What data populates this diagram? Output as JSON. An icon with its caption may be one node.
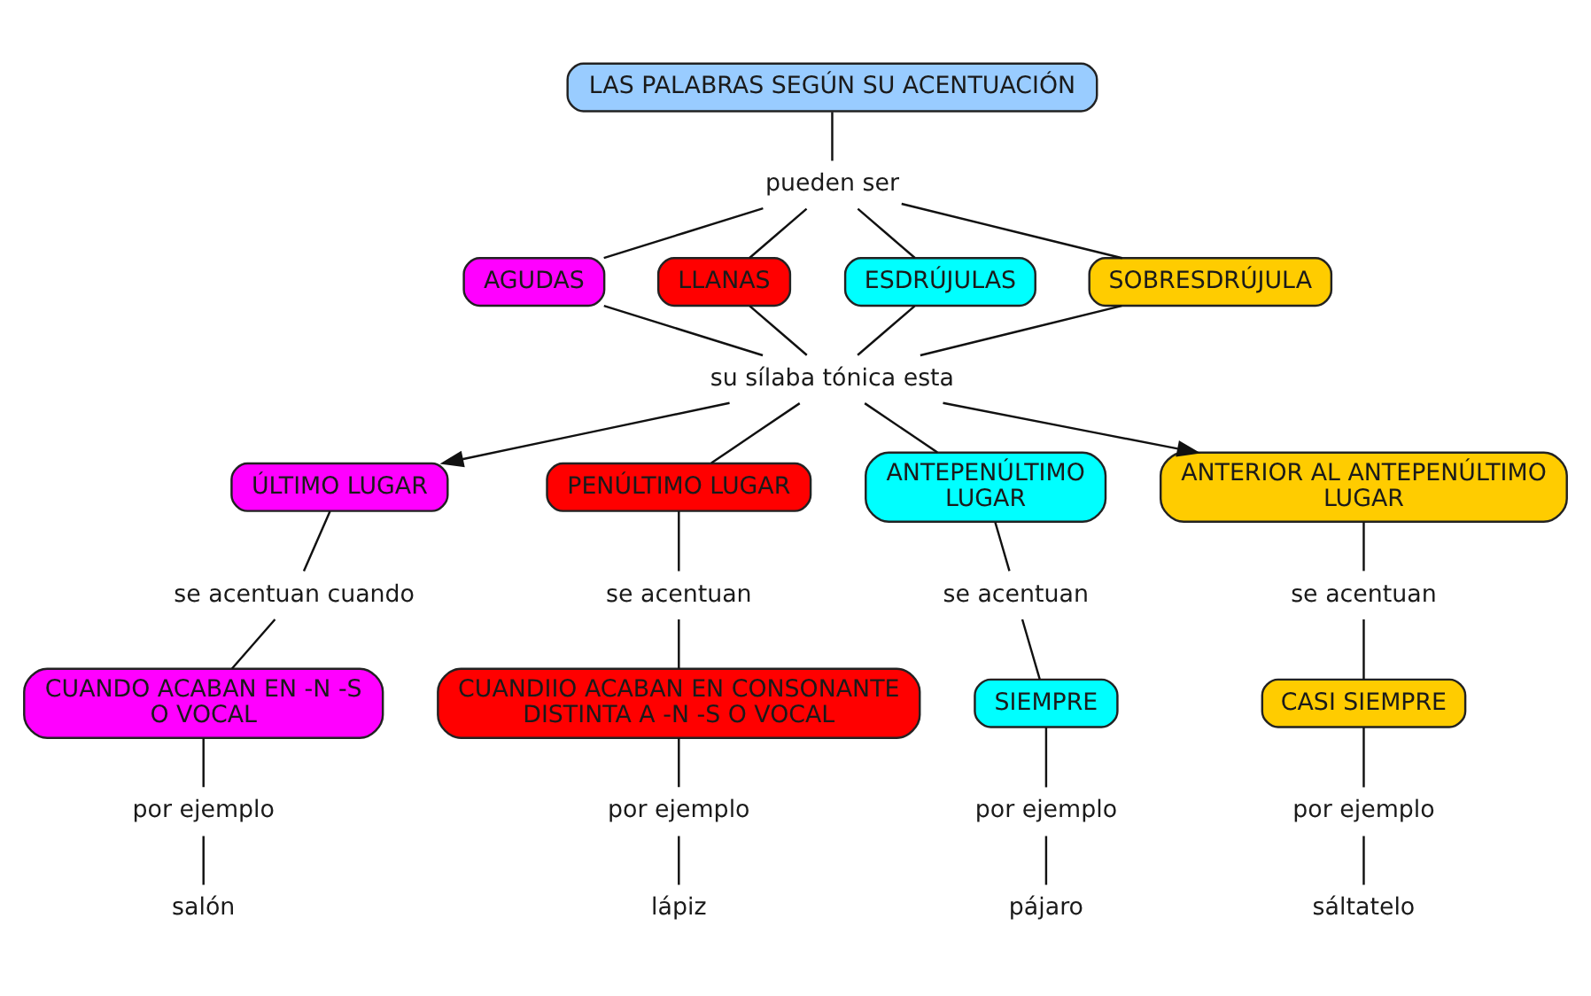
{
  "diagram": {
    "nodes": [
      {
        "text": [
          "LAS PALABRAS SEGÚN SU ACENTUACIÓN"
        ]
      },
      {
        "text": [
          "pueden ser"
        ]
      },
      {
        "text": [
          "AGUDAS"
        ]
      },
      {
        "text": [
          "LLANAS"
        ]
      },
      {
        "text": [
          "ESDRÚJULAS"
        ]
      },
      {
        "text": [
          "SOBRESDRÚJULA"
        ]
      },
      {
        "text": [
          "su sílaba tónica esta"
        ]
      },
      {
        "text": [
          "ÚLTIMO LUGAR"
        ]
      },
      {
        "text": [
          "PENÚLTIMO LUGAR"
        ]
      },
      {
        "text": [
          "ANTEPENÚLTIMO LUGAR"
        ]
      },
      {
        "text": [
          "ANTERIOR AL ANTEPENÚLTIMO LUGAR"
        ]
      },
      {
        "text": [
          "se acentuan cuando"
        ]
      },
      {
        "text": [
          "se acentuan"
        ]
      },
      {
        "text": [
          "se acentuan"
        ]
      },
      {
        "text": [
          "se acentuan"
        ]
      },
      {
        "text": [
          "CUANDO ACABAN EN -N -S O VOCAL"
        ]
      },
      {
        "text": [
          "CUANDIIO ACABAN EN CONSONANTE DISTINTA A -N -S O VOCAL"
        ]
      },
      {
        "text": [
          "SIEMPRE"
        ]
      },
      {
        "text": [
          "CASI SIEMPRE"
        ]
      },
      {
        "text": [
          "por ejemplo"
        ]
      },
      {
        "text": [
          "por ejemplo"
        ]
      },
      {
        "text": [
          "por ejemplo"
        ]
      },
      {
        "text": [
          "por ejemplo"
        ]
      },
      {
        "text": [
          "salón"
        ]
      },
      {
        "text": [
          "lápiz"
        ]
      },
      {
        "text": [
          "pájaro"
        ]
      },
      {
        "text": [
          "sáltatelo"
        ]
      }
    ],
    "edges": [
      {
        "from": 0,
        "to": 1,
        "arrow": "none"
      },
      {
        "from": 1,
        "to": 2,
        "arrow": "none"
      },
      {
        "from": 1,
        "to": 3,
        "arrow": "none"
      },
      {
        "from": 1,
        "to": 4,
        "arrow": "none"
      },
      {
        "from": 1,
        "to": 5,
        "arrow": "none"
      },
      {
        "from": 2,
        "to": 6,
        "arrow": "none"
      },
      {
        "from": 3,
        "to": 6,
        "arrow": "none"
      },
      {
        "from": 4,
        "to": 6,
        "arrow": "none"
      },
      {
        "from": 5,
        "to": 6,
        "arrow": "none"
      },
      {
        "from": 6,
        "to": 7,
        "arrow": "to"
      },
      {
        "from": 6,
        "to": 8,
        "arrow": "none"
      },
      {
        "from": 6,
        "to": 9,
        "arrow": "none"
      },
      {
        "from": 6,
        "to": 10,
        "arrow": "to"
      },
      {
        "from": 7,
        "to": 11,
        "arrow": "none"
      },
      {
        "from": 8,
        "to": 12,
        "arrow": "none"
      },
      {
        "from": 9,
        "to": 13,
        "arrow": "none"
      },
      {
        "from": 10,
        "to": 14,
        "arrow": "none"
      },
      {
        "from": 11,
        "to": 15,
        "arrow": "none"
      },
      {
        "from": 12,
        "to": 16,
        "arrow": "none"
      },
      {
        "from": 13,
        "to": 17,
        "arrow": "none"
      },
      {
        "from": 14,
        "to": 18,
        "arrow": "none"
      },
      {
        "from": 15,
        "to": 19,
        "arrow": "none"
      },
      {
        "from": 16,
        "to": 20,
        "arrow": "none"
      },
      {
        "from": 17,
        "to": 21,
        "arrow": "none"
      },
      {
        "from": 18,
        "to": 22,
        "arrow": "none"
      },
      {
        "from": 19,
        "to": 23,
        "arrow": "none"
      },
      {
        "from": 20,
        "to": 24,
        "arrow": "none"
      },
      {
        "from": 21,
        "to": 25,
        "arrow": "none"
      },
      {
        "from": 22,
        "to": 26,
        "arrow": "none"
      }
    ]
  }
}
